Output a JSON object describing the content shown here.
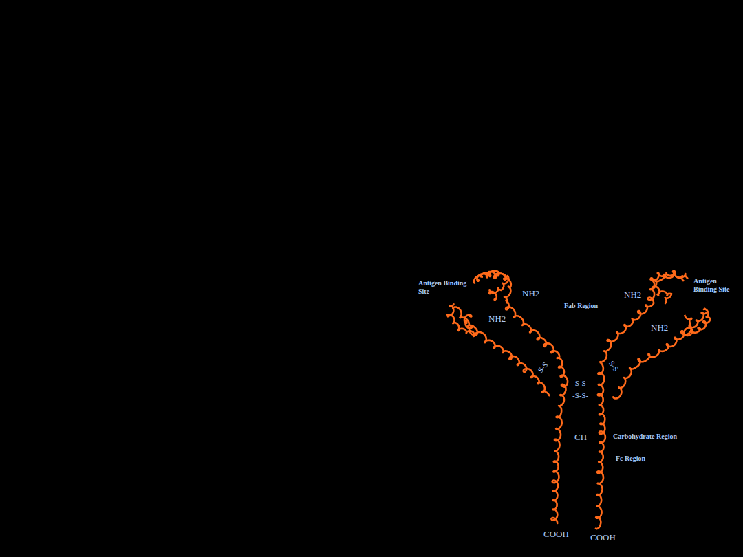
{
  "diagram": {
    "labels": [
      "Antigen Binding Site",
      "NH2",
      "Fab Region",
      "NH2",
      "Antigen Binding Site",
      "NH2",
      "NH2",
      "S-S",
      "S-S",
      "-S-S-",
      "-S-S-",
      "CH",
      "Carbohydrate Region",
      "Fc Region",
      "COOH",
      "COOH"
    ]
  }
}
